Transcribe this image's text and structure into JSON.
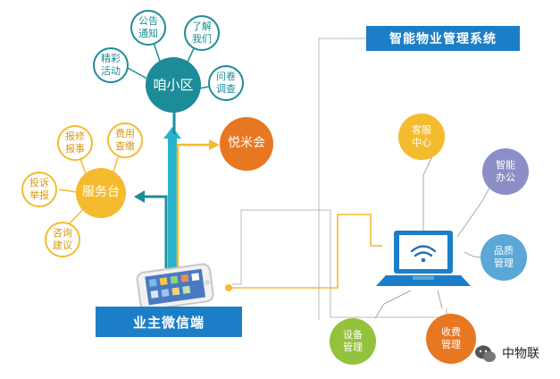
{
  "colors": {
    "teal": "#1c8c99",
    "cyan": "#29b2cc",
    "orange": "#e87722",
    "yellow": "#f4bb2e",
    "lilac": "#8c8fc7",
    "sky": "#5aa7d8",
    "green": "#95c23c",
    "blue": "#1b7ec6"
  },
  "banners": {
    "system": "智能物业管理系统",
    "wechat": "业主微信端"
  },
  "community": {
    "label": "咱小区",
    "items": [
      "公告\n通知",
      "了解\n我们",
      "精彩\n活动",
      "问卷\n调查"
    ]
  },
  "club": {
    "label": "悦米会"
  },
  "service": {
    "label": "服务台",
    "items": [
      "报修\n报事",
      "费用\n查缴",
      "投诉\n举报",
      "咨询\n建议"
    ]
  },
  "system": {
    "items": [
      "客服\n中心",
      "智能\n办公",
      "品质\n管理",
      "设备\n管理",
      "收费\n管理"
    ]
  },
  "watermark": {
    "text": "中物联"
  },
  "icons": [
    "phone-icon",
    "laptop-icon",
    "wifi-icon",
    "wechat-icon"
  ]
}
